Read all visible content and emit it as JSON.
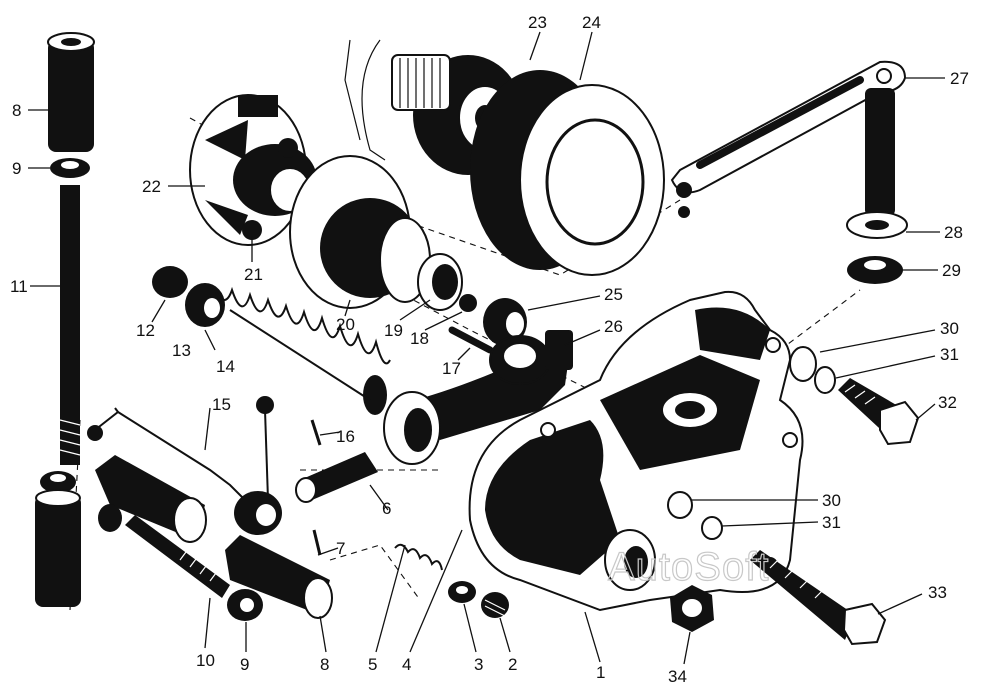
{
  "watermark": "AutoSoft",
  "callouts": [
    "1",
    "2",
    "3",
    "4",
    "5",
    "6",
    "7",
    "8",
    "9",
    "10",
    "11",
    "12",
    "13",
    "14",
    "15",
    "16",
    "17",
    "18",
    "19",
    "20",
    "21",
    "22",
    "23",
    "24",
    "25",
    "26",
    "27",
    "28",
    "29",
    "30",
    "31",
    "32",
    "33",
    "34"
  ],
  "left_callouts": {
    "top_8": "8",
    "top_9": "9",
    "rod_11": "11"
  },
  "right_callouts": {
    "r30_bottom": "30",
    "r31_bottom": "31"
  }
}
